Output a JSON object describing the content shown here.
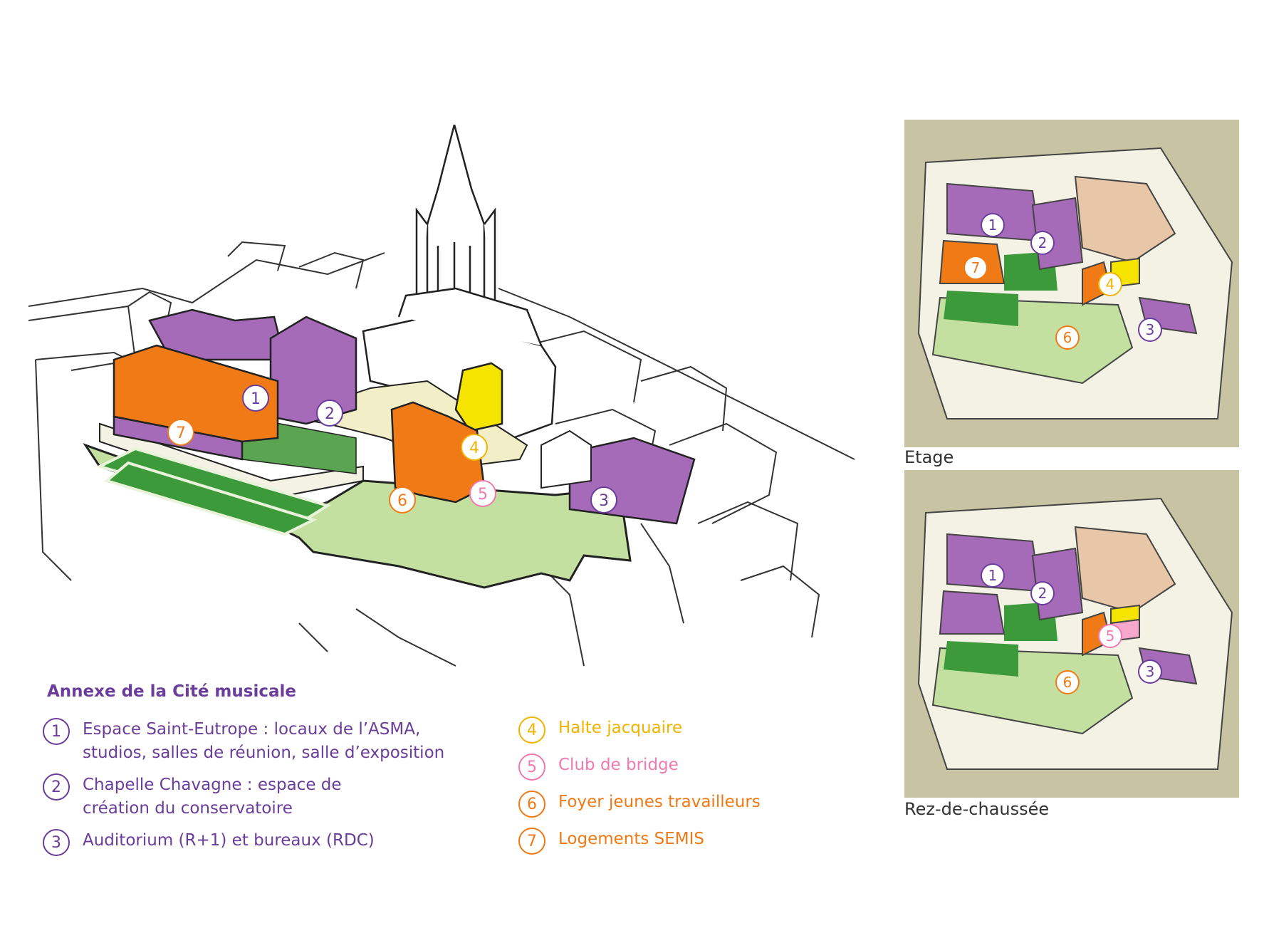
{
  "legend": {
    "title": "Annexe de la Cité musicale",
    "items": [
      {
        "num": "1",
        "line1": "Espace Saint-Eutrope : locaux de l’ASMA,",
        "line2": "studios, salles de réunion, salle d’exposition",
        "color": "#6a3d9a"
      },
      {
        "num": "2",
        "line1": "Chapelle Chavagne : espace de",
        "line2": "création du conservatoire",
        "color": "#6a3d9a"
      },
      {
        "num": "3",
        "line1": "Auditorium (R+1) et bureaux (RDC)",
        "line2": "",
        "color": "#6a3d9a"
      },
      {
        "num": "4",
        "line1": "Halte jacquaire",
        "line2": "",
        "color": "#f0b400"
      },
      {
        "num": "5",
        "line1": "Club de bridge",
        "line2": "",
        "color": "#f07ab0"
      },
      {
        "num": "6",
        "line1": "Foyer jeunes travailleurs",
        "line2": "",
        "color": "#ef7a16"
      },
      {
        "num": "7",
        "line1": "Logements SEMIS",
        "line2": "",
        "color": "#ef7a16"
      }
    ]
  },
  "plans": {
    "etage_label": "Etage",
    "rdc_label": "Rez-de-chaussée"
  },
  "markers": {
    "m1": "1",
    "m2": "2",
    "m3": "3",
    "m4": "4",
    "m5": "5",
    "m6": "6",
    "m7": "7"
  },
  "colors": {
    "purple": "#6a3d9a",
    "purple_fill": "#a56ab8",
    "orange": "#ef7a16",
    "yellow": "#f5e300",
    "pink": "#f07ab0",
    "green_light": "#c4e0a0",
    "green_dark": "#3d9a3a",
    "beige": "#f2efc8"
  }
}
